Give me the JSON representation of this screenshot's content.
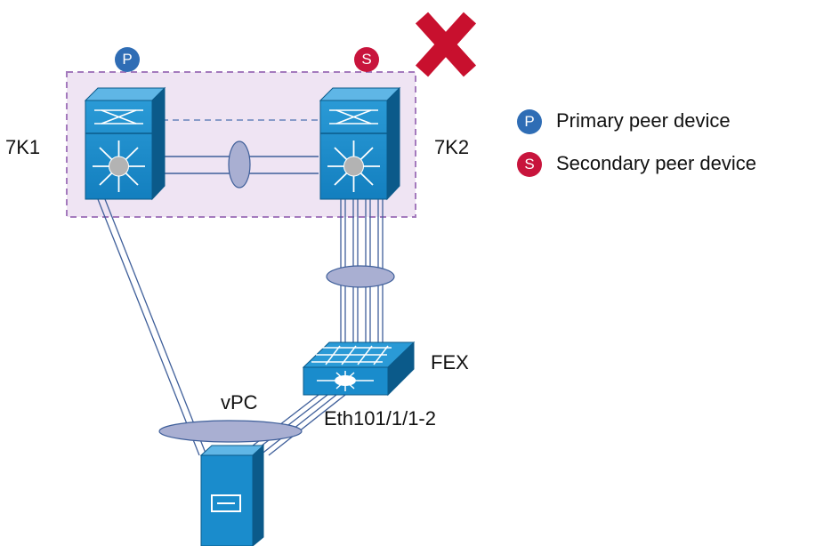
{
  "colors": {
    "device_blue": "#1a8ccc",
    "device_dark": "#0b5a8a",
    "primary_badge": "#2f6db5",
    "secondary_badge": "#c8143c",
    "failure_x": "#c8102e",
    "peer_domain_fill": "#efe4f3",
    "peer_domain_border": "#a47abd",
    "port_channel_fill": "#a9afd2",
    "link": "#3f5f9a"
  },
  "diagram": {
    "peer_primary": {
      "label": "7K1",
      "badge": "P"
    },
    "peer_secondary": {
      "label": "7K2",
      "badge": "S"
    },
    "fex_label": "FEX",
    "vpc_label": "vPC",
    "interface_label": "Eth101/1/1-2",
    "failure_marker_icon": "red-x-icon"
  },
  "legend": {
    "items": [
      {
        "badge": "P",
        "text": "Primary peer device"
      },
      {
        "badge": "S",
        "text": "Secondary peer device"
      }
    ]
  }
}
